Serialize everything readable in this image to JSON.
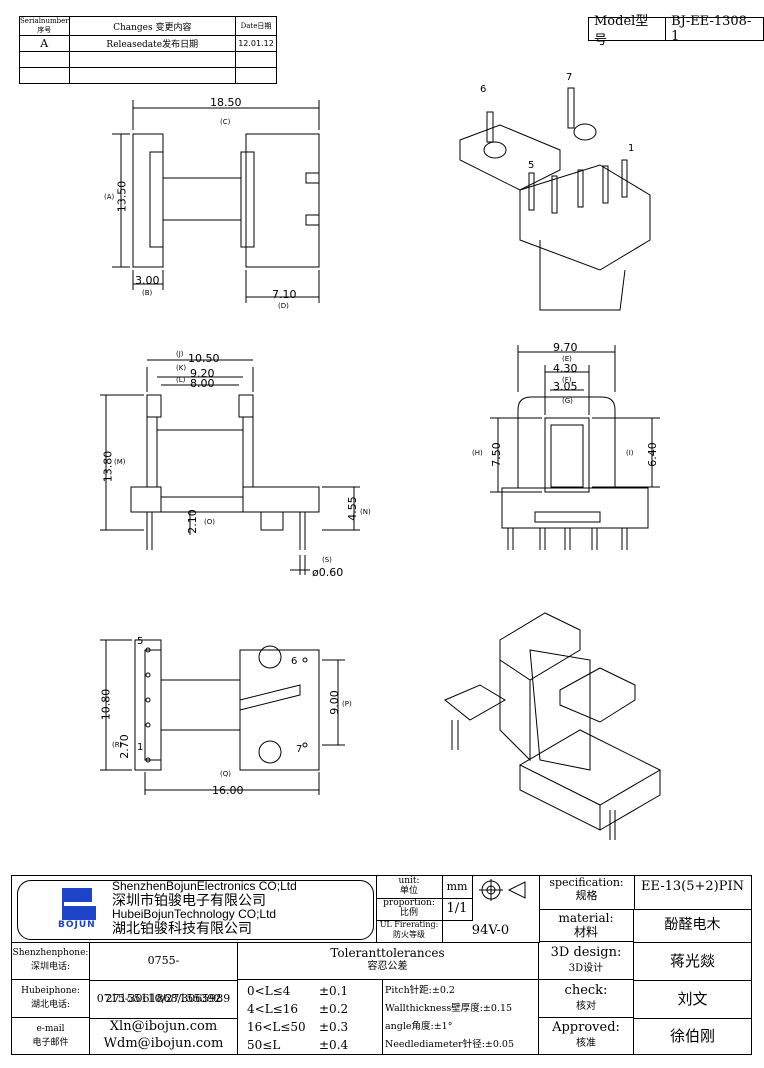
{
  "revision_table": {
    "headers": [
      "Serialnumber序号",
      "Changes 变更内容",
      "Date日期"
    ],
    "rows": [
      {
        "serial": "A",
        "change": "Releasedate发布日期",
        "date": "12.01.12"
      }
    ]
  },
  "model": {
    "label": "Model型号",
    "value": "BJ-EE-1308-1"
  },
  "views": {
    "top": {
      "dims": [
        "18.50",
        "13.50",
        "3.00",
        "7.10"
      ],
      "tags": [
        "(C)",
        "(A)",
        "(B)",
        "(D)"
      ]
    },
    "front": {
      "dims": [
        "10.50",
        "9.20",
        "8.00",
        "13.80",
        "2.10",
        "4.55",
        "0.60"
      ],
      "tags": [
        "(J)",
        "(K)",
        "(L)",
        "(M)",
        "(O)",
        "(N)",
        "(S)"
      ],
      "phi": "ø"
    },
    "side": {
      "dims": [
        "9.70",
        "4.30",
        "3.05",
        "7.50",
        "6.40"
      ],
      "tags": [
        "(E)",
        "(F)",
        "(G)",
        "(H)",
        "(I)"
      ]
    },
    "bottom": {
      "dims": [
        "10.80",
        "2.70",
        "16.00",
        "9.00"
      ],
      "tags": [
        "(R)",
        "(Q)",
        "(P)"
      ],
      "pins": [
        "5",
        "1",
        "6",
        "7"
      ]
    },
    "iso_pins": [
      "6",
      "7",
      "5",
      "1"
    ]
  },
  "title_block": {
    "company_en1": "ShenzhenBojunElectronics CO;Ltd",
    "company_cn1": "深圳市铂骏电子有限公司",
    "company_en2": "HubeiBojunTechnology CO;Ltd",
    "company_cn2": "湖北铂骏科技有限公司",
    "logo_text": "BOJUN",
    "unit_label": "unit:",
    "unit_label_cn": "单位",
    "unit_value": "mm",
    "proportion_label": "proportion:",
    "proportion_label_cn": "比例",
    "proportion_value": "1/1",
    "ul_label": "UL Firerating:",
    "ul_label_cn": "防火等级",
    "ul_value": "94V-0",
    "spec_label": "specification:",
    "spec_label_cn": "规格",
    "spec_value": "EE-13(5+2)PIN",
    "material_label": "material:",
    "material_label_cn": "材料",
    "material_value": "酚醛电木",
    "design_label": "3D design:",
    "design_label_cn": "3D设计",
    "design_value": "蒋光燚",
    "check_label": "check:",
    "check_label_cn": "核对",
    "check_value": "刘文",
    "approved_label": "Approved:",
    "approved_label_cn": "核准",
    "approved_value": "徐伯刚",
    "sz_phone_label": "Shenzhenphone:",
    "sz_phone_label_cn": "深圳电话:",
    "sz_phone": "0755-27155110/27155392",
    "hb_phone_label": "Hubeiphone:",
    "hb_phone_label_cn": "湖北电话:",
    "hb_phone": "0715-3061868/3065989",
    "email_label": "e-mail",
    "email_label_cn": "电子邮件",
    "email1": "Xln@ibojun.com",
    "email2": "Wdm@ibojun.com",
    "tol_title": "Toleranttolerances",
    "tol_title_cn": "容忍公差",
    "tolerances": [
      {
        "range": "0<L≤4",
        "value": "±0.1"
      },
      {
        "range": "4<L≤16",
        "value": "±0.2"
      },
      {
        "range": "16<L≤50",
        "value": "±0.3"
      },
      {
        "range": "50≤L",
        "value": "±0.4"
      }
    ],
    "notes": [
      "Pitch针距:±0.2",
      "Wallthickness壁厚度:±0.15",
      "angle角度:±1°",
      "Needlediameter针径:±0.05"
    ]
  }
}
